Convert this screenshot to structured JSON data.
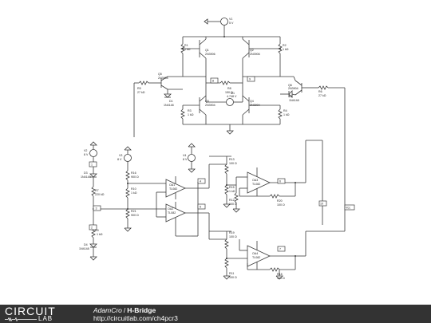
{
  "footer": {
    "logo_top": "CIRCUIT",
    "logo_bottom": "LAB",
    "author": "AdamCro",
    "separator": "/",
    "title": "H-Bridge",
    "url": "http://circuitlab.com/ch4pcr3"
  },
  "labels": [
    {
      "key": "V1",
      "text": "V1"
    },
    {
      "key": "V1v",
      "text": "5 V"
    },
    {
      "key": "R1",
      "text": "R1"
    },
    {
      "key": "R1v",
      "text": "1 kΩ"
    },
    {
      "key": "R2",
      "text": "R2"
    },
    {
      "key": "R2v",
      "text": "1 kΩ"
    },
    {
      "key": "Q1",
      "text": "Q1"
    },
    {
      "key": "Q1v",
      "text": "2N3906"
    },
    {
      "key": "Q2",
      "text": "Q2"
    },
    {
      "key": "Q2v",
      "text": "2N3906"
    },
    {
      "key": "Q3",
      "text": "Q3"
    },
    {
      "key": "Q3v",
      "text": "2N3904"
    },
    {
      "key": "Q4",
      "text": "Q4"
    },
    {
      "key": "Q4v",
      "text": "2N3904"
    },
    {
      "key": "Q5",
      "text": "Q5"
    },
    {
      "key": "Q5v",
      "text": "2N3904"
    },
    {
      "key": "Q6",
      "text": "Q6"
    },
    {
      "key": "Q6v",
      "text": "2N3904"
    },
    {
      "key": "R3",
      "text": "R3"
    },
    {
      "key": "R3v",
      "text": "1 kΩ"
    },
    {
      "key": "R4",
      "text": "R4"
    },
    {
      "key": "R4v",
      "text": "1 kΩ"
    },
    {
      "key": "R5",
      "text": "R5"
    },
    {
      "key": "R5v",
      "text": "27 kΩ"
    },
    {
      "key": "R6",
      "text": "R6"
    },
    {
      "key": "R6v",
      "text": "27 kΩ"
    },
    {
      "key": "R8",
      "text": "R8"
    },
    {
      "key": "R8v",
      "text": "150 Ω"
    },
    {
      "key": "D1",
      "text": "D1"
    },
    {
      "key": "D1v",
      "text": "1N4148"
    },
    {
      "key": "D2",
      "text": "D2"
    },
    {
      "key": "D2v",
      "text": "1N4148"
    },
    {
      "key": "M1",
      "text": "M1"
    },
    {
      "key": "M1v",
      "text": "4.748 V"
    },
    {
      "key": "V2",
      "text": "V2"
    },
    {
      "key": "V2v",
      "text": "8 V"
    },
    {
      "key": "V3",
      "text": "V3"
    },
    {
      "key": "V3v",
      "text": "8 V"
    },
    {
      "key": "V4",
      "text": "V4"
    },
    {
      "key": "V4v",
      "text": "8 V"
    },
    {
      "key": "D3",
      "text": "D3"
    },
    {
      "key": "D3v",
      "text": "1N4148"
    },
    {
      "key": "D4",
      "text": "D4"
    },
    {
      "key": "D4v",
      "text": "1N4148"
    },
    {
      "key": "R7",
      "text": "R7"
    },
    {
      "key": "R7v",
      "text": "220 kΩ"
    },
    {
      "key": "R9",
      "text": "R9"
    },
    {
      "key": "R9v",
      "text": "1 kΩ"
    },
    {
      "key": "R10",
      "text": "R10"
    },
    {
      "key": "R10v",
      "text": "1 kΩ"
    },
    {
      "key": "R11",
      "text": "R11"
    },
    {
      "key": "R11v",
      "text": "100 Ω"
    },
    {
      "key": "R12",
      "text": "R12"
    },
    {
      "key": "R12v",
      "text": "100 Ω"
    },
    {
      "key": "R13",
      "text": "R13"
    },
    {
      "key": "R13v",
      "text": "100 Ω"
    },
    {
      "key": "R14",
      "text": "R14"
    },
    {
      "key": "R14v",
      "text": "100 Ω"
    },
    {
      "key": "R15",
      "text": "R15"
    },
    {
      "key": "R15v",
      "text": "1 kΩ"
    },
    {
      "key": "R16",
      "text": "R16"
    },
    {
      "key": "R16v",
      "text": "900 Ω"
    },
    {
      "key": "R17",
      "text": "R17"
    },
    {
      "key": "R17v",
      "text": "100 Ω"
    },
    {
      "key": "R18",
      "text": "R18"
    },
    {
      "key": "R18v",
      "text": "100 Ω"
    },
    {
      "key": "R19",
      "text": "R19"
    },
    {
      "key": "R19v",
      "text": "100 Ω"
    },
    {
      "key": "R20",
      "text": "R20"
    },
    {
      "key": "R20v",
      "text": "100 Ω"
    },
    {
      "key": "R21",
      "text": "R21"
    },
    {
      "key": "R21v",
      "text": "900 Ω"
    },
    {
      "key": "OA1",
      "text": "OA1"
    },
    {
      "key": "OA1v",
      "text": "TL082"
    },
    {
      "key": "OA2",
      "text": "OA2"
    },
    {
      "key": "OA2v",
      "text": "TL082"
    },
    {
      "key": "OA3",
      "text": "OA3"
    },
    {
      "key": "OA3v",
      "text": "TL082"
    },
    {
      "key": "OA4",
      "text": "OA4"
    },
    {
      "key": "OA4v",
      "text": "TL082"
    },
    {
      "key": "N1",
      "text": "1"
    },
    {
      "key": "N2",
      "text": "2"
    },
    {
      "key": "N3",
      "text": "3"
    },
    {
      "key": "N4",
      "text": "4"
    },
    {
      "key": "N5",
      "text": "5"
    },
    {
      "key": "N6",
      "text": "6"
    },
    {
      "key": "N7",
      "text": "7"
    },
    {
      "key": "N8",
      "text": "8"
    },
    {
      "key": "N9",
      "text": "9"
    },
    {
      "key": "N10",
      "text": "10"
    },
    {
      "key": "N11",
      "text": "11"
    },
    {
      "key": "N12",
      "text": "12"
    },
    {
      "key": "N13",
      "text": "13"
    },
    {
      "key": "N14",
      "text": "14"
    },
    {
      "key": "N15",
      "text": "15"
    },
    {
      "key": "N16",
      "text": "16"
    },
    {
      "key": "NVcc",
      "text": "Vcc"
    }
  ]
}
